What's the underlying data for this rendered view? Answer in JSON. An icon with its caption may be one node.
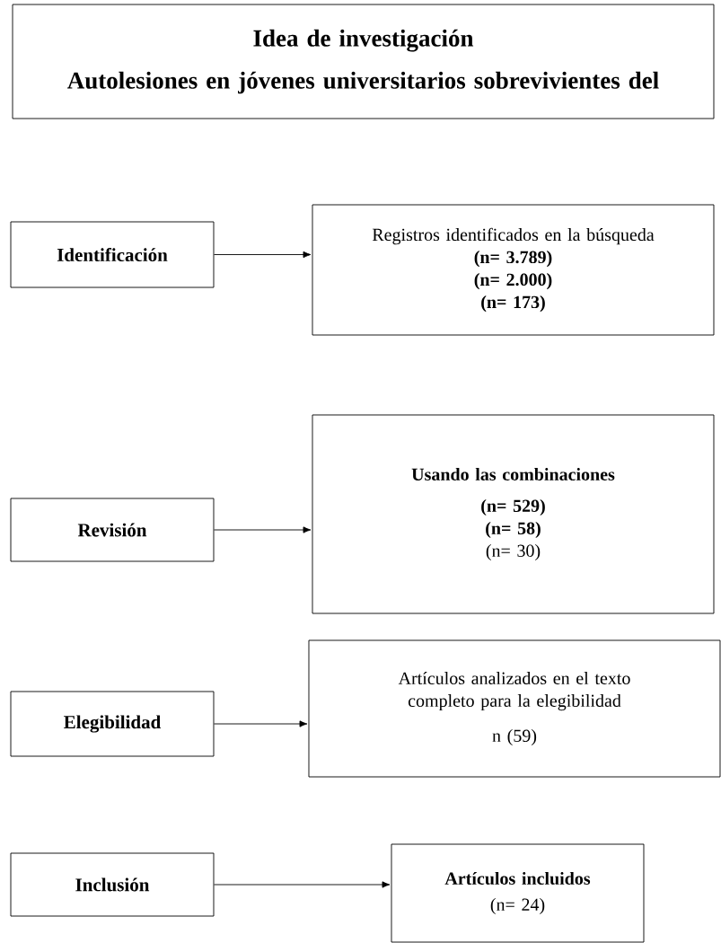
{
  "diagram": {
    "nodes": [
      {
        "text": [
          "Idea de investigación",
          "Autolesiones en jóvenes universitarios sobrevivientes del"
        ]
      },
      {
        "text": [
          "Identificación"
        ]
      },
      {
        "text": [
          "Registros identificados en la búsqueda",
          "(n= 3.789)",
          "(n= 2.000)",
          "(n= 173)"
        ]
      },
      {
        "text": [
          "Revisión"
        ]
      },
      {
        "text": [
          "Usando las combinaciones",
          "(n= 529)",
          "(n= 58)",
          "(n= 30)"
        ]
      },
      {
        "text": [
          "Elegibilidad"
        ]
      },
      {
        "text": [
          "Artículos analizados en el texto completo para la elegibilidad",
          "n (59)"
        ]
      },
      {
        "text": [
          "Inclusión"
        ]
      },
      {
        "text": [
          "Artículos incluidos",
          "(n= 24)"
        ]
      }
    ],
    "edges": [
      {
        "from": 1,
        "to": 2,
        "arrow": "to"
      },
      {
        "from": 3,
        "to": 4,
        "arrow": "to"
      },
      {
        "from": 5,
        "to": 6,
        "arrow": "to"
      },
      {
        "from": 7,
        "to": 8,
        "arrow": "to"
      }
    ]
  }
}
